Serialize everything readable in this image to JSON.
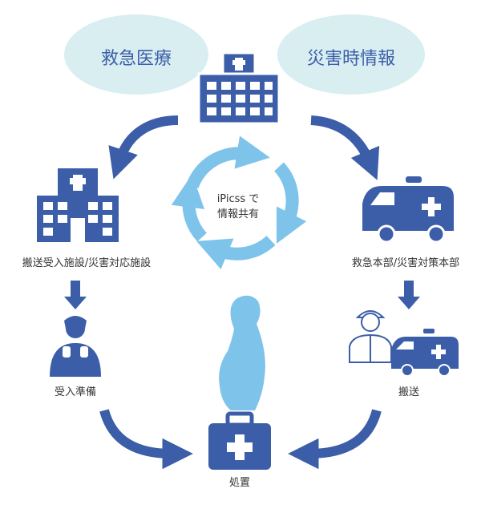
{
  "labels": {
    "emergency_medical": "救急医療",
    "disaster_info": "災害時情報",
    "cycle_line1": "iPicss で",
    "cycle_line2": "情報共有",
    "receiving_facility": "搬送受入施設/災害対応施設",
    "emergency_hq": "救急本部/災害対策本部",
    "preparation": "受入準備",
    "transport": "搬送",
    "treatment": "処置"
  },
  "colors": {
    "navy": "#3c5ea9",
    "light_blue": "#7ec3ea",
    "bubble": "#d9eef1",
    "text": "#333333",
    "bubble_text": "#3c5ea9"
  }
}
